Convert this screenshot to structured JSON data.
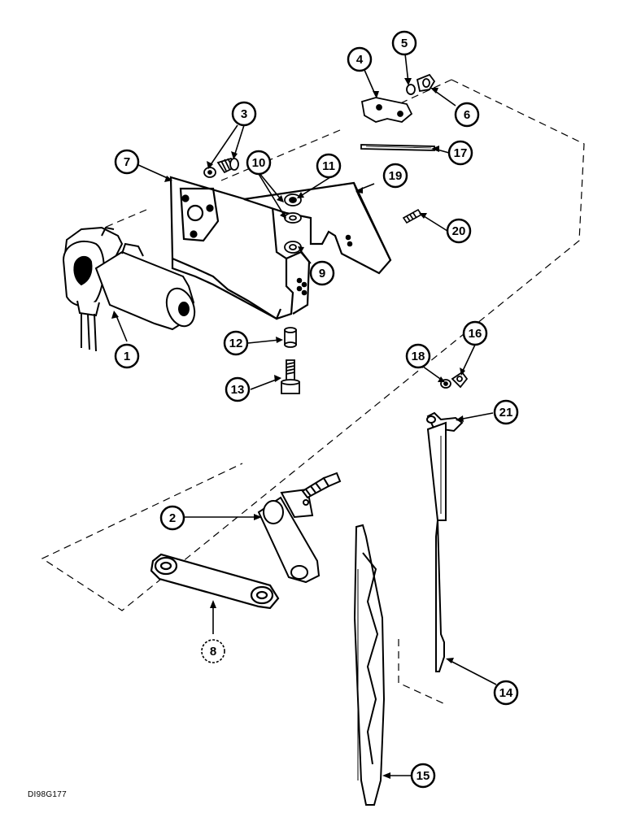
{
  "drawing_ref": "DI98G177",
  "callouts": [
    {
      "n": "1"
    },
    {
      "n": "2"
    },
    {
      "n": "3"
    },
    {
      "n": "4"
    },
    {
      "n": "5"
    },
    {
      "n": "6"
    },
    {
      "n": "7"
    },
    {
      "n": "8"
    },
    {
      "n": "9"
    },
    {
      "n": "10"
    },
    {
      "n": "11"
    },
    {
      "n": "12"
    },
    {
      "n": "13"
    },
    {
      "n": "14"
    },
    {
      "n": "15"
    },
    {
      "n": "16"
    },
    {
      "n": "17"
    },
    {
      "n": "18"
    },
    {
      "n": "19"
    },
    {
      "n": "20"
    },
    {
      "n": "21"
    }
  ]
}
